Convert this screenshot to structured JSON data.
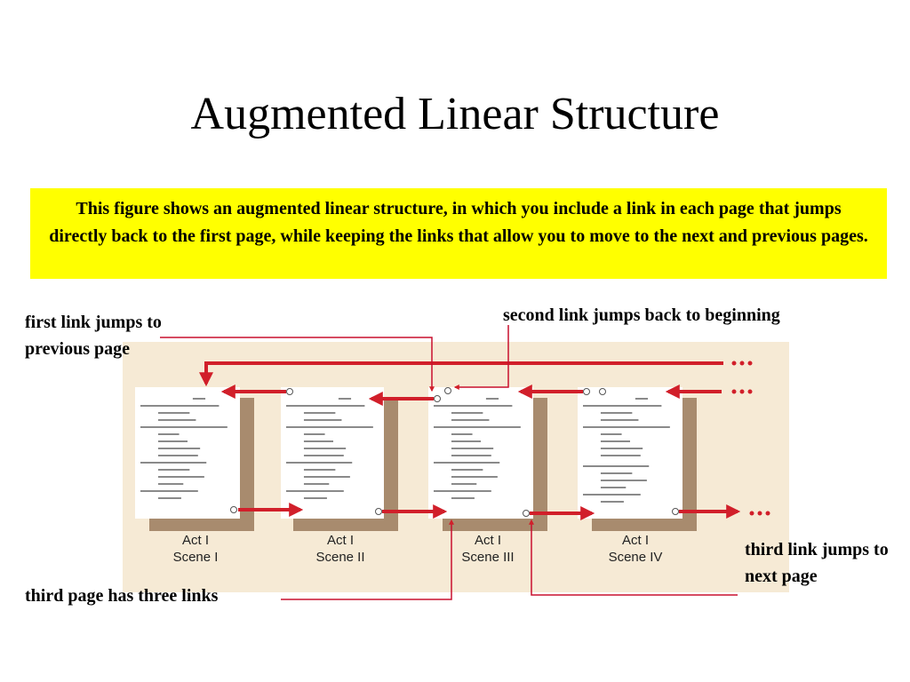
{
  "slide": {
    "title": "Augmented Linear Structure",
    "description": "This figure shows an augmented linear structure, in which you include a link in each page that jumps directly back to the first page, while keeping the links that allow you to move to the next and previous pages."
  },
  "callouts": {
    "first_link": "first link jumps to previous page",
    "second_link": "second link jumps back to beginning",
    "third_link": "third link jumps to next page",
    "third_page": "third page has three links"
  },
  "pages": [
    {
      "act": "Act I",
      "scene": "Scene I"
    },
    {
      "act": "Act I",
      "scene": "Scene II"
    },
    {
      "act": "Act I",
      "scene": "Scene III"
    },
    {
      "act": "Act I",
      "scene": "Scene IV"
    }
  ],
  "colors": {
    "arrow": "#d11f2a",
    "panel": "#f6ead5",
    "shelf": "#a88b6e",
    "callout_line": "#c8102e",
    "note_background": "#ffff00"
  },
  "icons": {
    "continuation": "ellipsis-dots",
    "link_anchor": "hollow-circle"
  }
}
